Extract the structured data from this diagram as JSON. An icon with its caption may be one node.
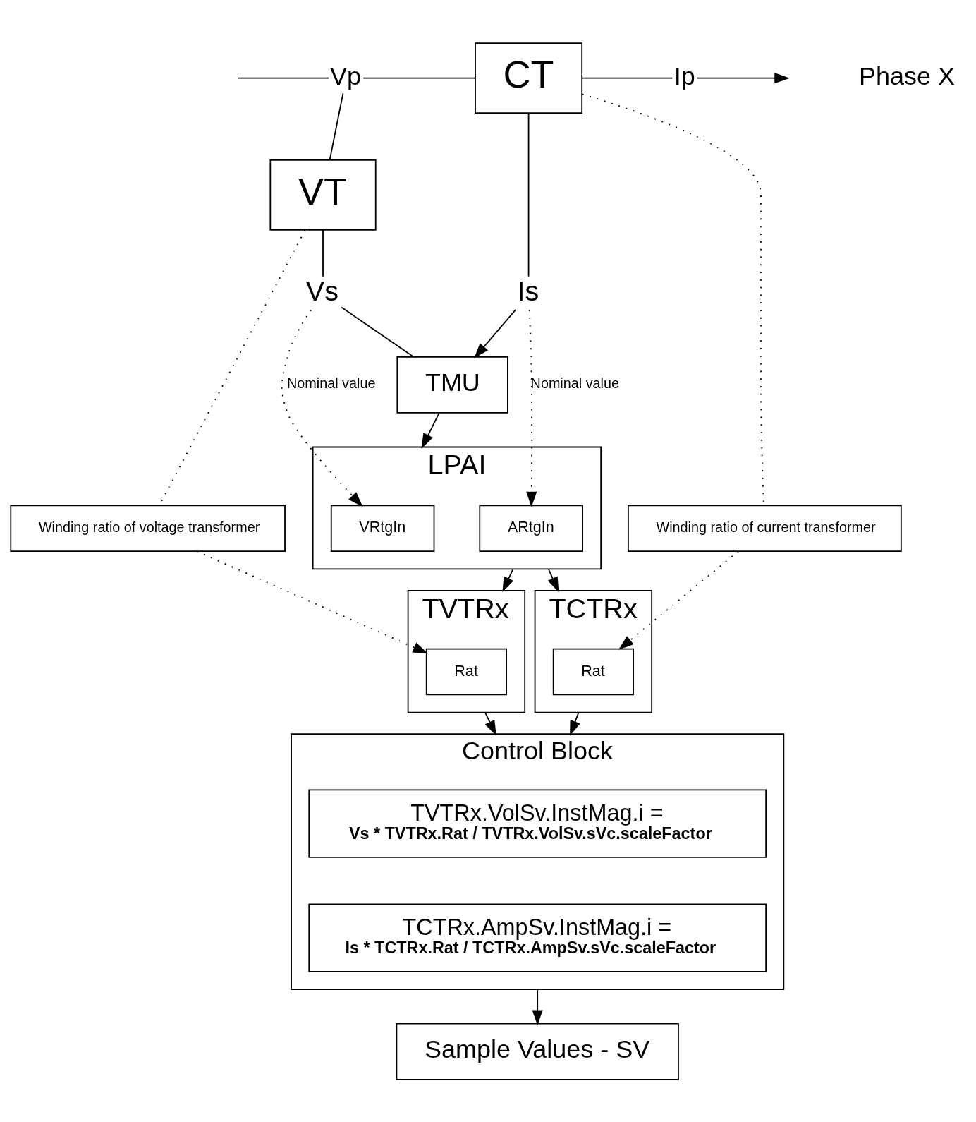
{
  "diagram": {
    "nodes": [
      {
        "text": [
          "Vp"
        ]
      },
      {
        "text": [
          "CT"
        ]
      },
      {
        "text": [
          "Ip"
        ]
      },
      {
        "text": [
          "VT"
        ]
      },
      {
        "text": [
          "Vs"
        ]
      },
      {
        "text": [
          "Is"
        ]
      },
      {
        "text": [
          "Winding ratio of voltage transformer"
        ]
      },
      {
        "text": [
          "Winding ratio of current transformer"
        ]
      },
      {
        "text": [
          "TMU"
        ]
      },
      {
        "text": [
          "LPAI"
        ]
      },
      {
        "text": [
          "VRtgIn"
        ],
        "in": 9
      },
      {
        "text": [
          "ARtgIn"
        ],
        "in": 9
      },
      {
        "text": [
          "TVTRx"
        ]
      },
      {
        "text": [
          "Rat"
        ],
        "in": 12
      },
      {
        "text": [
          "TCTRx"
        ]
      },
      {
        "text": [
          "Rat"
        ],
        "in": 14
      },
      {
        "text": [
          "Control Block"
        ]
      },
      {
        "text": [
          "TVTRx.VolSv.InstMag.i =",
          "Vs * TVTRx.Rat / TVTRx.VolSv.sVc.scaleFactor"
        ],
        "in": 16
      },
      {
        "text": [
          "TCTRx.AmpSv.InstMag.i =",
          "Is * TCTRx.Rat / TCTRx.AmpSv.sVc.scaleFactor"
        ],
        "in": 16
      },
      {
        "text": [
          "Sample Values - SV"
        ]
      }
    ],
    "edges": [
      {
        "from": null,
        "to": 0,
        "arrow": "none"
      },
      {
        "from": 0,
        "to": 1,
        "arrow": "none"
      },
      {
        "from": 0,
        "to": 3,
        "arrow": "none"
      },
      {
        "from": 1,
        "to": 2,
        "arrow": "none"
      },
      {
        "from": 2,
        "to": null,
        "arrow": "to"
      },
      {
        "from": 3,
        "to": 4,
        "arrow": "none"
      },
      {
        "from": 4,
        "to": 8,
        "arrow": "none"
      },
      {
        "from": 1,
        "to": 5,
        "arrow": "none"
      },
      {
        "from": 5,
        "to": 8,
        "arrow": "to"
      },
      {
        "from": 3,
        "to": 6,
        "arrow": "none",
        "style": "dashed"
      },
      {
        "from": 6,
        "to": 13,
        "arrow": "to",
        "style": "dashed"
      },
      {
        "from": 1,
        "to": 7,
        "arrow": "none",
        "style": "dashed"
      },
      {
        "from": 7,
        "to": 15,
        "arrow": "to",
        "style": "dashed"
      },
      {
        "from": 4,
        "to": 10,
        "arrow": "to",
        "style": "dashed",
        "label": "Nominal value"
      },
      {
        "from": 5,
        "to": 11,
        "arrow": "to",
        "style": "dashed",
        "label": "Nominal value"
      },
      {
        "from": 8,
        "to": 9,
        "arrow": "to"
      },
      {
        "from": 9,
        "to": 12,
        "arrow": "to"
      },
      {
        "from": 9,
        "to": 14,
        "arrow": "to"
      },
      {
        "from": 12,
        "to": 16,
        "arrow": "to"
      },
      {
        "from": 14,
        "to": 16,
        "arrow": "to"
      },
      {
        "from": 16,
        "to": 19,
        "arrow": "to"
      }
    ],
    "labels": [
      "Phase X"
    ]
  }
}
